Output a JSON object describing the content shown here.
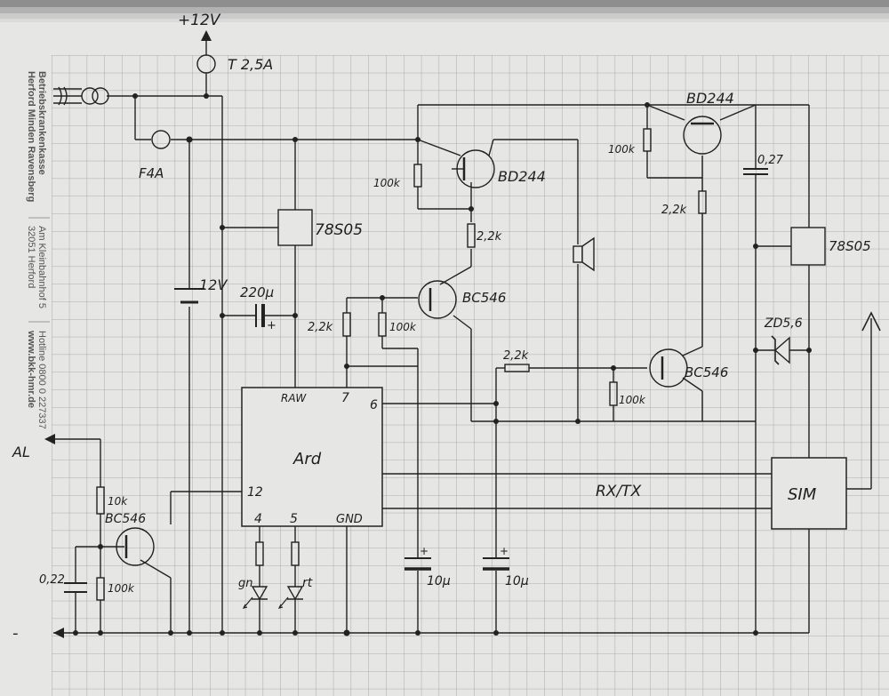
{
  "sidebar": {
    "company_line1": "Betriebskrankenkasse",
    "company_line2": "Herford Minden Ravensberg",
    "address_line1": "Am Kleinbahnhof 5",
    "address_line2": "32051 Herford",
    "hotline": "Hotline 0800 0 227337",
    "website": "www.bkk-hmr.de"
  },
  "rails": {
    "supply": "+12V",
    "alarm_out": "AL",
    "ground": "-"
  },
  "components": {
    "fuse_main": "T 2,5A",
    "fuse_branch": "F4A",
    "battery": "12V",
    "cap_elko": "220µ",
    "cap_elko_polarity": "+",
    "reg_left": "78S05",
    "reg_right": "78S05",
    "q_bd244_a": "BD244",
    "q_bd244_b": "BD244",
    "q_bc546_a": "BC546",
    "q_bc546_b": "BC546",
    "q_bc546_c": "BC546",
    "r_100k_a": "100k",
    "r_100k_b": "100k",
    "r_100k_c": "100k",
    "r_100k_d": "100k",
    "r_100k_e": "100k",
    "r_2k2_a": "2,2k",
    "r_2k2_b": "2,2k",
    "r_2k2_c": "2,2k",
    "r_2k2_d": "2,2k",
    "r_10k": "10k",
    "c_027": "0,27",
    "c_022": "0,22",
    "c_10u_a": "10µ",
    "c_10u_b": "10µ",
    "zener": "ZD5,6",
    "led_green": "gn",
    "led_red": "rt"
  },
  "arduino": {
    "name": "Ard",
    "pin_raw": "RAW",
    "pin_7": "7",
    "pin_6": "6",
    "pin_12": "12",
    "pin_4": "4",
    "pin_5": "5",
    "pin_gnd": "GND"
  },
  "sim": {
    "name": "SIM",
    "bus": "RX/TX"
  }
}
